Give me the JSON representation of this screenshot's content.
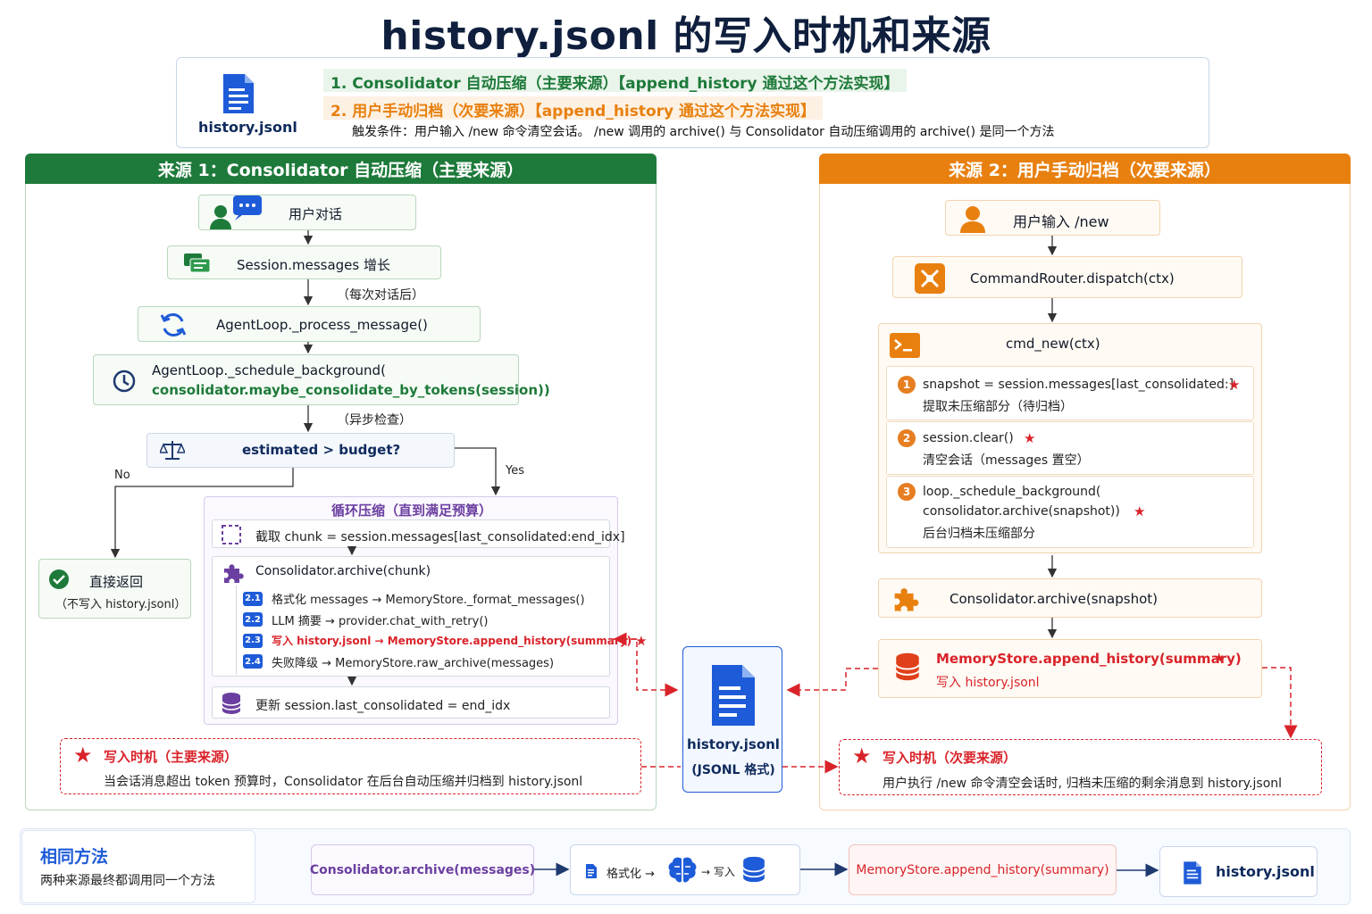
{
  "title": "history.jsonl 的写入时机和来源",
  "header": {
    "file_label": "history.jsonl",
    "line1": "1. Consolidator 自动压缩（主要来源）【append_history 通过这个方法实现】",
    "line2": "2. 用户手动归档（次要来源）【append_history 通过这个方法实现】",
    "line3": "触发条件：用户输入 /new 命令清空会话。 /new 调用的 archive() 与 Consolidator 自动压缩调用的 archive() 是同一个方法"
  },
  "left": {
    "header": "来源 1：Consolidator 自动压缩（主要来源）",
    "user_chat": "用户对话",
    "session_grow": "Session.messages 增长",
    "note_each": "（每次对话后）",
    "process": "AgentLoop._process_message()",
    "schedule_l1": "AgentLoop._schedule_background(",
    "schedule_l2": "consolidator.maybe_consolidate_by_tokens(session))",
    "note_async": "（异步检查）",
    "decision": "estimated > budget?",
    "no": "No",
    "yes": "Yes",
    "direct_return": "直接返回",
    "direct_note": "（不写入 history.jsonl）",
    "loop_title": "循环压缩（直到满足预算）",
    "chunk": "截取 chunk = session.messages[last_consolidated:end_idx]",
    "archive_chunk": "Consolidator.archive(chunk)",
    "steps": [
      {
        "tag": "2.1",
        "text": "格式化 messages → MemoryStore._format_messages()",
        "hl": false
      },
      {
        "tag": "2.2",
        "text": "LLM 摘要 → provider.chat_with_retry()",
        "hl": false
      },
      {
        "tag": "2.3",
        "text": "写入 history.jsonl → MemoryStore.append_history(summary)",
        "hl": true
      },
      {
        "tag": "2.4",
        "text": "失败降级 → MemoryStore.raw_archive(messages)",
        "hl": false
      }
    ],
    "update": "更新 session.last_consolidated = end_idx",
    "timing_title": "写入时机（主要来源）",
    "timing_text": "当会话消息超出 token 预算时，Consolidator 在后台自动压缩并归档到 history.jsonl"
  },
  "center": {
    "file": "history.jsonl",
    "format": "(JSONL 格式)"
  },
  "right": {
    "header": "来源 2：用户手动归档（次要来源）",
    "user_input": "用户输入 /new",
    "dispatch": "CommandRouter.dispatch(ctx)",
    "cmd_new": "cmd_new(ctx)",
    "s1_a": "snapshot = session.messages[last_consolidated:]",
    "s1_b": "提取未压缩部分（待归档）",
    "s2_a": "session.clear()",
    "s2_b": "清空会话（messages 置空）",
    "s3_a": "loop._schedule_background(",
    "s3_b": "consolidator.archive(snapshot))",
    "s3_c": "后台归档未压缩部分",
    "archive_snapshot": "Consolidator.archive(snapshot)",
    "append": "MemoryStore.append_history(summary)",
    "append_sub": "写入 history.jsonl",
    "timing_title": "写入时机（次要来源）",
    "timing_text": "用户执行 /new 命令清空会话时, 归档未压缩的剩余消息到 history.jsonl"
  },
  "bottom": {
    "title": "相同方法",
    "subtitle": "两种来源最终都调用同一个方法",
    "archive": "Consolidator.archive(messages)",
    "format": "格式化 →",
    "write": "→ 写入",
    "append": "MemoryStore.append_history(summary)",
    "file": "history.jsonl"
  },
  "colors": {
    "green": "#1e7a3a",
    "orange": "#e8800f",
    "navy": "#0f1f3d",
    "blue": "#1e5bd8",
    "red": "#d9232a",
    "purple": "#6b3fa0"
  }
}
